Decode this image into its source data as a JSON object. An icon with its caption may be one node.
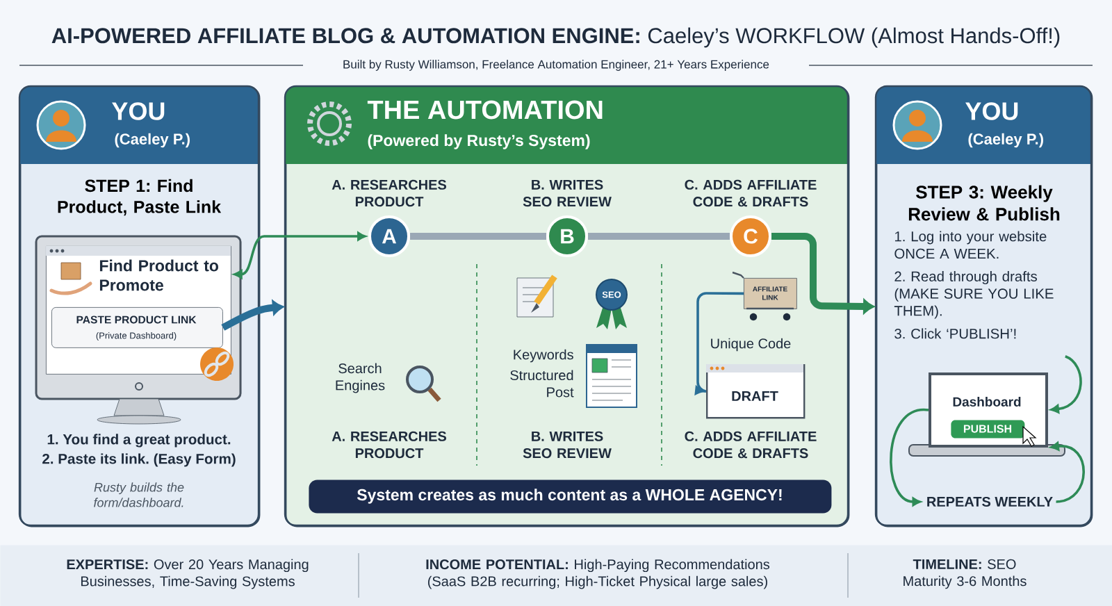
{
  "diagram": {
    "title": "**AI-POWERED AFFILIATE BLOG & AUTOMATION ENGINE:** Caeley’s WORKFLOW (Almost Hands-Off!)",
    "nodes": [
      {
        "text": [
          "YOU",
          "(Caeley P.)",
          "STEP 1: Find Product, Paste Link",
          "1. You find a great product.",
          "2. Paste its link. (Easy Form)",
          "Rusty builds the form/dashboard."
        ]
      },
      {
        "text": [
          "Find Product to Promote"
        ],
        "in": 0
      },
      {
        "text": [
          "PASTE PRODUCT LINK",
          "(Private Dashboard)"
        ],
        "in": 1
      },
      {
        "text": [
          "THE AUTOMATION",
          "(Powered by Rusty’s System)"
        ]
      },
      {
        "text": [
          "A"
        ],
        "in": 3,
        "beside": [
          "A. RESEARCHES PRODUCT"
        ]
      },
      {
        "text": [
          "B"
        ],
        "in": 3,
        "beside": [
          "B. WRITES SEO REVIEW"
        ]
      },
      {
        "text": [
          "C"
        ],
        "in": 3,
        "beside": [
          "C. ADDS AFFILIATE CODE & DRAFTS"
        ]
      },
      {
        "text": [
          "AFFILIATE LINK"
        ],
        "in": 3
      },
      {
        "text": [
          "DRAFT"
        ],
        "in": 3
      },
      {
        "text": [
          "System creates as much content as a WHOLE AGENCY!"
        ],
        "in": 3
      },
      {
        "text": [
          "YOU",
          "(Caeley P.)",
          "STEP 3: Weekly Review & Publish"
        ]
      },
      {
        "text": [
          "1. Log into your website ONCE A WEEK.",
          "2. Read through drafts (MAKE SURE YOU LIKE THEM).",
          "3. Click ‘PUBLISH’!"
        ],
        "in": 10
      },
      {
        "text": [
          "Dashboard"
        ],
        "in": 10
      },
      {
        "text": [
          "PUBLISH"
        ],
        "in": 12
      },
      {
        "text": [
          "REPEATS WEEKLY"
        ],
        "in": 10
      },
      {
        "text": [
          "**EXPERTISE:** Over 20 Years Managing Businesses, Time-Saving Systems",
          "**INCOME POTENTIAL:** High-Paying Recommendations (SaaS B2B recurring; High-Ticket Physical large sales)",
          "**TIMELINE:** SEO Maturity 3-6 Months"
        ]
      }
    ],
    "edges": [
      {
        "from": 2,
        "to": 3,
        "arrow": "to",
        "style": "thick",
        "color": "#2a6f97"
      },
      {
        "from": 1,
        "to": 4,
        "arrow": "both"
      },
      {
        "from": 4,
        "to": 5,
        "arrow": "none",
        "style": "thick",
        "color": "#9aa8b5"
      },
      {
        "from": 5,
        "to": 6,
        "arrow": "none",
        "style": "thick",
        "color": "#9aa8b5"
      },
      {
        "from": 6,
        "to": 10,
        "arrow": "to",
        "style": "thick"
      },
      {
        "from": 7,
        "to": 8,
        "arrow": "to",
        "label": "Unique Code",
        "color": "#2a6f97"
      },
      {
        "from": 11,
        "to": 12,
        "arrow": "to"
      },
      {
        "from": 12,
        "to": 14,
        "arrow": "to"
      },
      {
        "from": 14,
        "to": 12,
        "arrow": "to"
      }
    ],
    "labels": [
      "Built by Rusty Williamson, Freelance Automation Engineer, 21+ Years Experience",
      "SEO",
      "Search Engines",
      "Keywords",
      "Structured Post",
      "A. RESEARCHES PRODUCT",
      "B. WRITES SEO REVIEW",
      "C. ADDS AFFILIATE CODE & DRAFTS"
    ]
  }
}
